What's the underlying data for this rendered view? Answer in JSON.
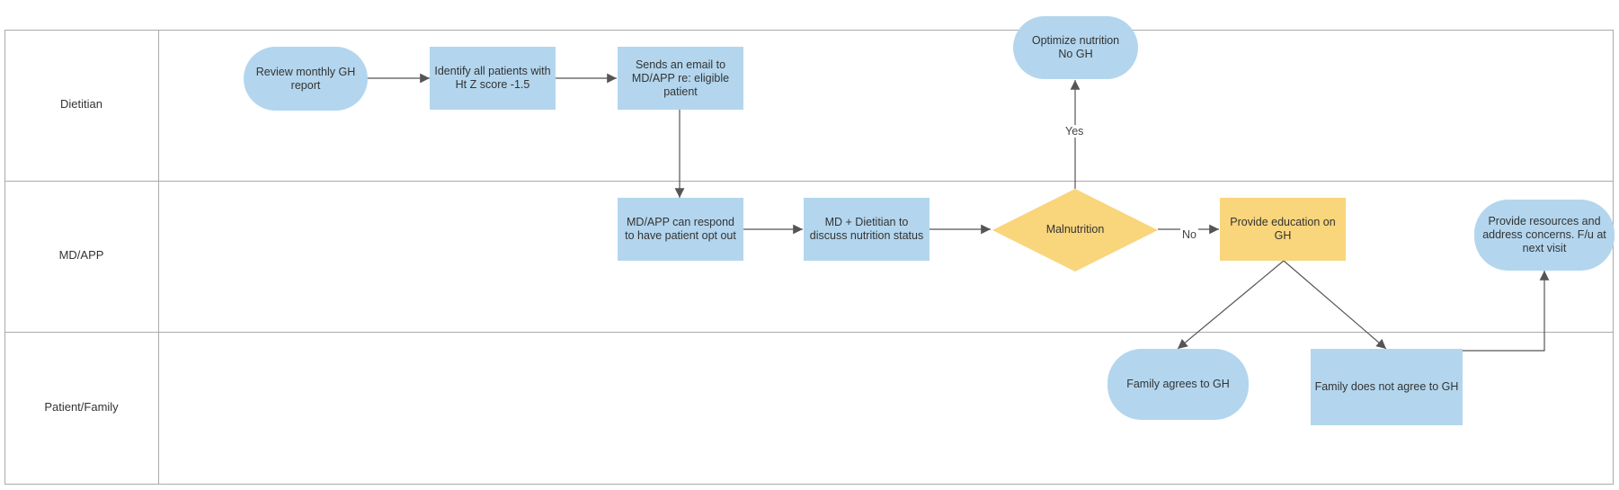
{
  "lanes": {
    "dietitian": "Dietitian",
    "md_app": "MD/APP",
    "patient_family": "Patient/Family"
  },
  "nodes": {
    "review_report": "Review monthly GH report",
    "identify_patients": "Identify all patients with Ht Z score -1.5",
    "send_email": "Sends an email to MD/APP re: eligible patient",
    "optimize_nutrition": "Optimize nutrition\nNo GH",
    "md_opt_out": "MD/APP can respond to have patient opt out",
    "md_dietitian_discuss": "MD + Dietitian to discuss nutrition status",
    "malnutrition": "Malnutrition",
    "provide_education": "Provide education on GH",
    "provide_resources": "Provide resources and address concerns. F/u at next visit",
    "family_agrees": "Family  agrees to GH",
    "family_not_agree": "Family does not agree to GH"
  },
  "edge_labels": {
    "yes": "Yes",
    "no": "No"
  },
  "colors": {
    "blue_node": "#b3d6ee",
    "yellow_node": "#f9d57c",
    "decision": "#f9d57c",
    "lines": "#555555",
    "lane_border": "#aaaaaa"
  }
}
